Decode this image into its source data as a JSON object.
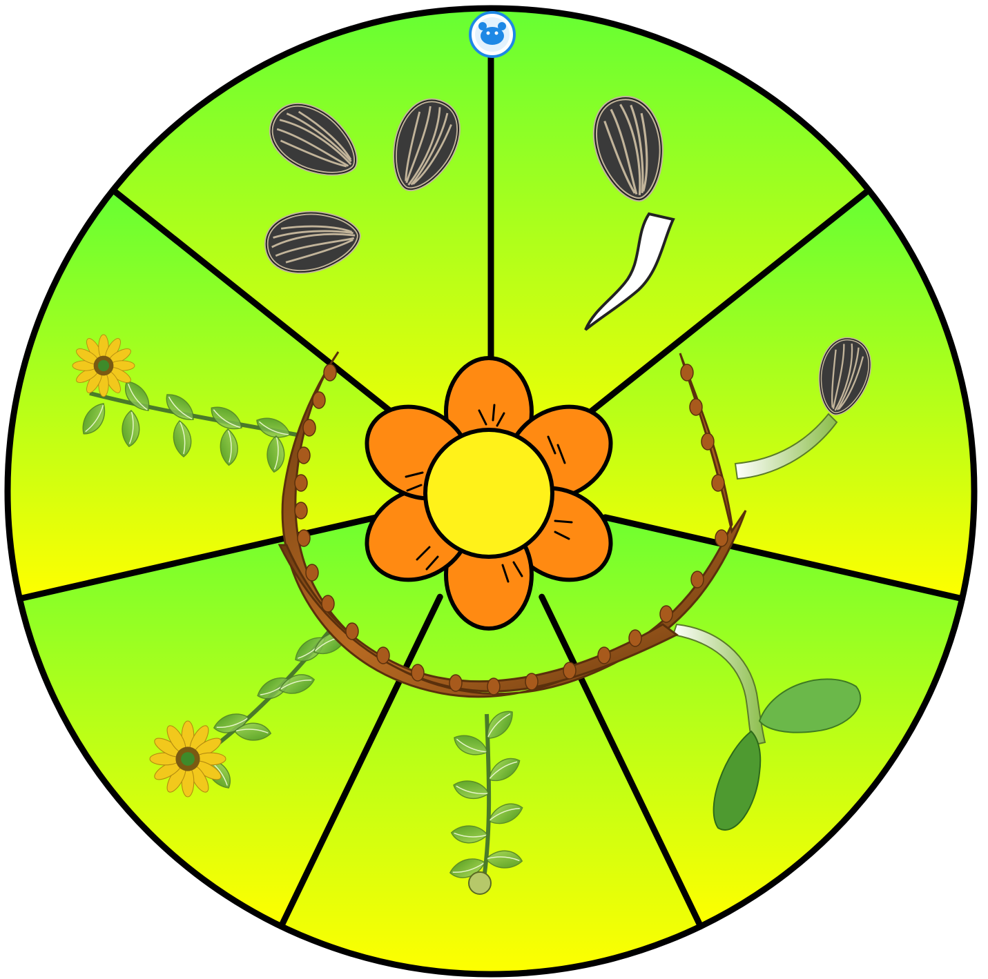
{
  "wheel": {
    "segment_count": 7,
    "segments": [
      {
        "stage": "seeds",
        "icon": "sunflower-seeds-icon"
      },
      {
        "stage": "germinating-seed",
        "icon": "sprouting-seed-icon"
      },
      {
        "stage": "seedling-with-seed-coat",
        "icon": "emerging-seedling-icon"
      },
      {
        "stage": "seedling-with-cotyledons",
        "icon": "cotyledon-seedling-icon"
      },
      {
        "stage": "young-plant-with-bud",
        "icon": "budding-plant-icon"
      },
      {
        "stage": "flowering-plant",
        "icon": "blooming-sunflower-icon"
      },
      {
        "stage": "mature-sunflower",
        "icon": "mature-sunflower-icon"
      }
    ],
    "colors": {
      "gradient_outer": "#66ff33",
      "gradient_inner": "#ffff00",
      "rim": "#000000",
      "petal": "#ff8a12",
      "flower_center": "#fff21a",
      "seed_dark": "#3a3a3a",
      "seed_stripe": "#c2b49a",
      "stem": "#8a4a16",
      "leaf": "#7cb342"
    }
  },
  "badge": {
    "icon": "bear-logo-icon",
    "color": "#1e88e5"
  },
  "center": {
    "icon": "orange-flower-icon"
  },
  "arrow": {
    "icon": "rotation-arrow-icon"
  }
}
